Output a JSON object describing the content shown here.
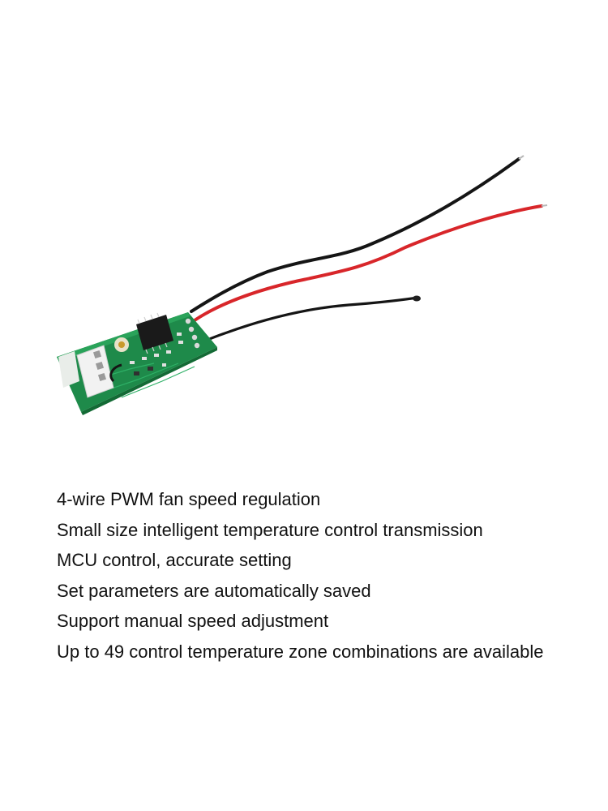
{
  "features": [
    "4-wire PWM fan speed regulation",
    "Small size intelligent temperature control transmission",
    "MCU control, accurate setting",
    "Set parameters are automatically saved",
    "Support manual speed adjustment",
    "Up to 49 control temperature zone combinations are available"
  ],
  "colors": {
    "background": "#ffffff",
    "pcb": "#1e8a4a",
    "wire_black": "#151515",
    "wire_red": "#d8262a",
    "text": "#111111"
  }
}
